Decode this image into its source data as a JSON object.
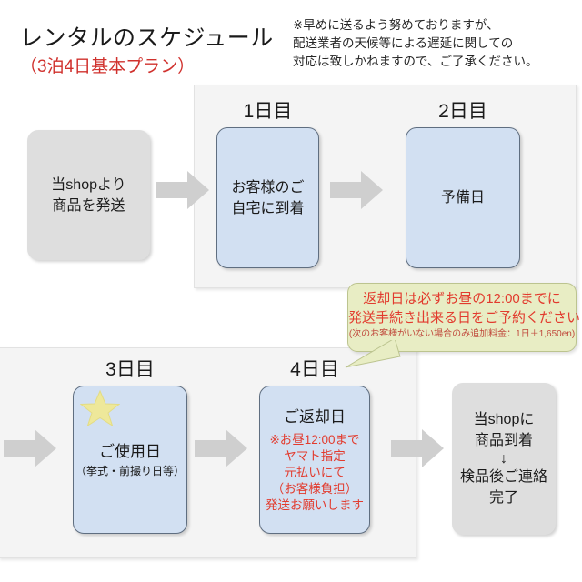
{
  "header": {
    "title": "レンタルのスケジュール",
    "subtitle": "（3泊4日基本プラン）",
    "note_line1": "※早めに送るよう努めておりますが、",
    "note_line2": "配送業者の天候等による遅延に関しての",
    "note_line3": "対応は致しかねますので、ご了承ください。"
  },
  "day_labels": {
    "day1": "1日目",
    "day2": "2日目",
    "day3": "3日目",
    "day4": "4日目"
  },
  "boxes": {
    "ship_from_shop": {
      "line1": "当shopより",
      "line2": "商品を発送"
    },
    "arrive_home": {
      "line1": "お客様のご",
      "line2": "自宅に到着"
    },
    "spare_day": {
      "line1": "予備日"
    },
    "use_day": {
      "line1": "ご使用日",
      "line2": "（挙式・前撮り日等）"
    },
    "return_day": {
      "line1": "ご返却日",
      "red1": "※お昼12:00まで",
      "red2": "ヤマト指定",
      "red3": "元払いにて",
      "red4": "（お客様負担）",
      "red5": "発送お願いします"
    },
    "arrive_shop": {
      "line1": "当shopに",
      "line2": "商品到着",
      "arrow": "↓",
      "line3": "検品後ご連絡",
      "line4": "完了"
    }
  },
  "callout": {
    "line1": "返却日は必ずお昼の12:00までに",
    "line2": "発送手続き出来る日をご予約ください",
    "fine_print": "(次のお客様がいない場合のみ追加料金：1日＋1,650en)"
  },
  "colors": {
    "accent_red": "#d0312d",
    "callout_red": "#e23b2e",
    "box_blue": "#d2e0f2",
    "box_gray": "#dedede",
    "panel_gray": "#f4f4f4",
    "callout_green": "#e8edc4",
    "arrow_gray": "#cfcfcf",
    "star_yellow": "#eee89a"
  },
  "icons": {
    "star": "star-icon",
    "down_arrow": "down-arrow-icon",
    "flow_arrow": "right-arrow-icon"
  }
}
